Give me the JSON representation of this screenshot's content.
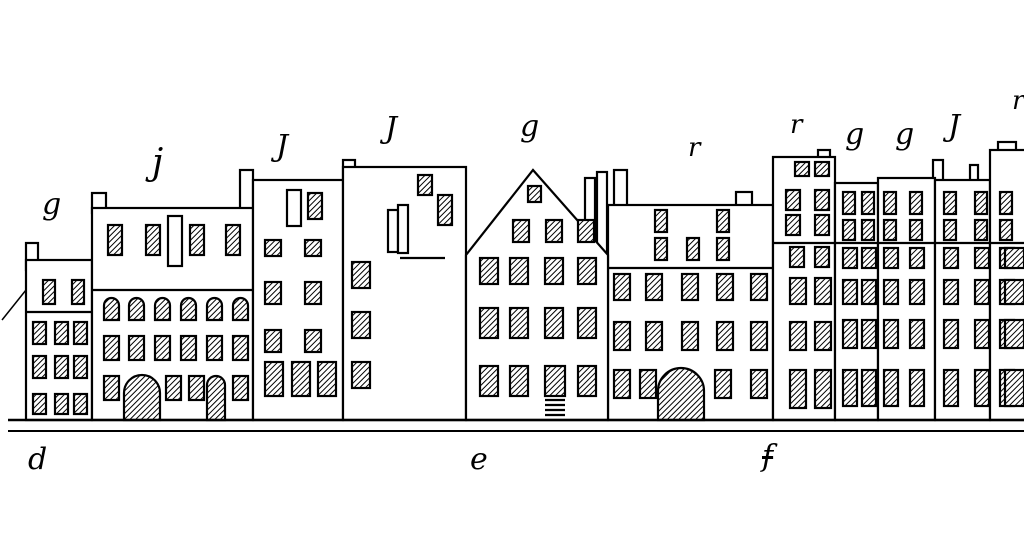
{
  "top_labels": [
    "g",
    "j",
    "J",
    "J",
    "g",
    "r",
    "r",
    "g",
    "g",
    "J",
    "r"
  ],
  "bottom_labels": [
    "d",
    "e",
    "f"
  ],
  "colors": {
    "ink": "#000000",
    "paper": "#ffffff"
  }
}
